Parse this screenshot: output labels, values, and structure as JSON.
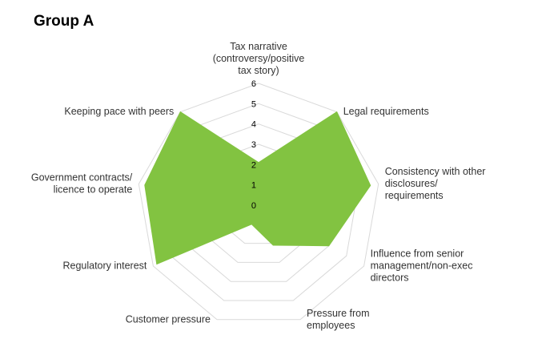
{
  "title": "Group A",
  "chart_data": {
    "type": "radar",
    "title": "Group A",
    "rlim": [
      0,
      6
    ],
    "ticks": [
      "0",
      "1",
      "2",
      "3",
      "4",
      "5",
      "6"
    ],
    "categories": [
      [
        "Tax narrative",
        "(controversy/positive",
        "tax story)"
      ],
      [
        "Legal requirements"
      ],
      [
        "Consistency with other",
        "disclosures/",
        "requirements"
      ],
      [
        "Influence from senior",
        "management/non-exec",
        "directors"
      ],
      [
        "Pressure from",
        "employees"
      ],
      [
        "Customer pressure"
      ],
      [
        "Regulatory interest"
      ],
      [
        "Government contracts/",
        "licence to operate"
      ],
      [
        "Keeping pace with peers"
      ]
    ],
    "values": [
      2.1,
      6.0,
      5.6,
      4.0,
      2.1,
      1.0,
      5.8,
      5.7,
      6.0
    ],
    "grid": true,
    "legend": "none",
    "colors": {
      "fill": "#82c341",
      "grid": "#d9d9d9"
    }
  }
}
